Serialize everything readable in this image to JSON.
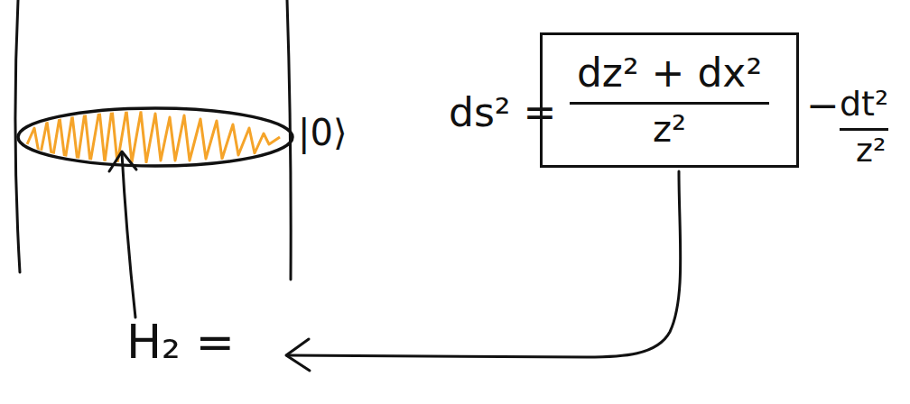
{
  "diagram": {
    "nodes": [
      {
        "text": [
          "dz² + dx²",
          "z²"
        ]
      }
    ],
    "labels": [
      "|0⟩",
      "ds² =",
      "−",
      "dt²",
      "z²",
      "H₂ ="
    ]
  }
}
